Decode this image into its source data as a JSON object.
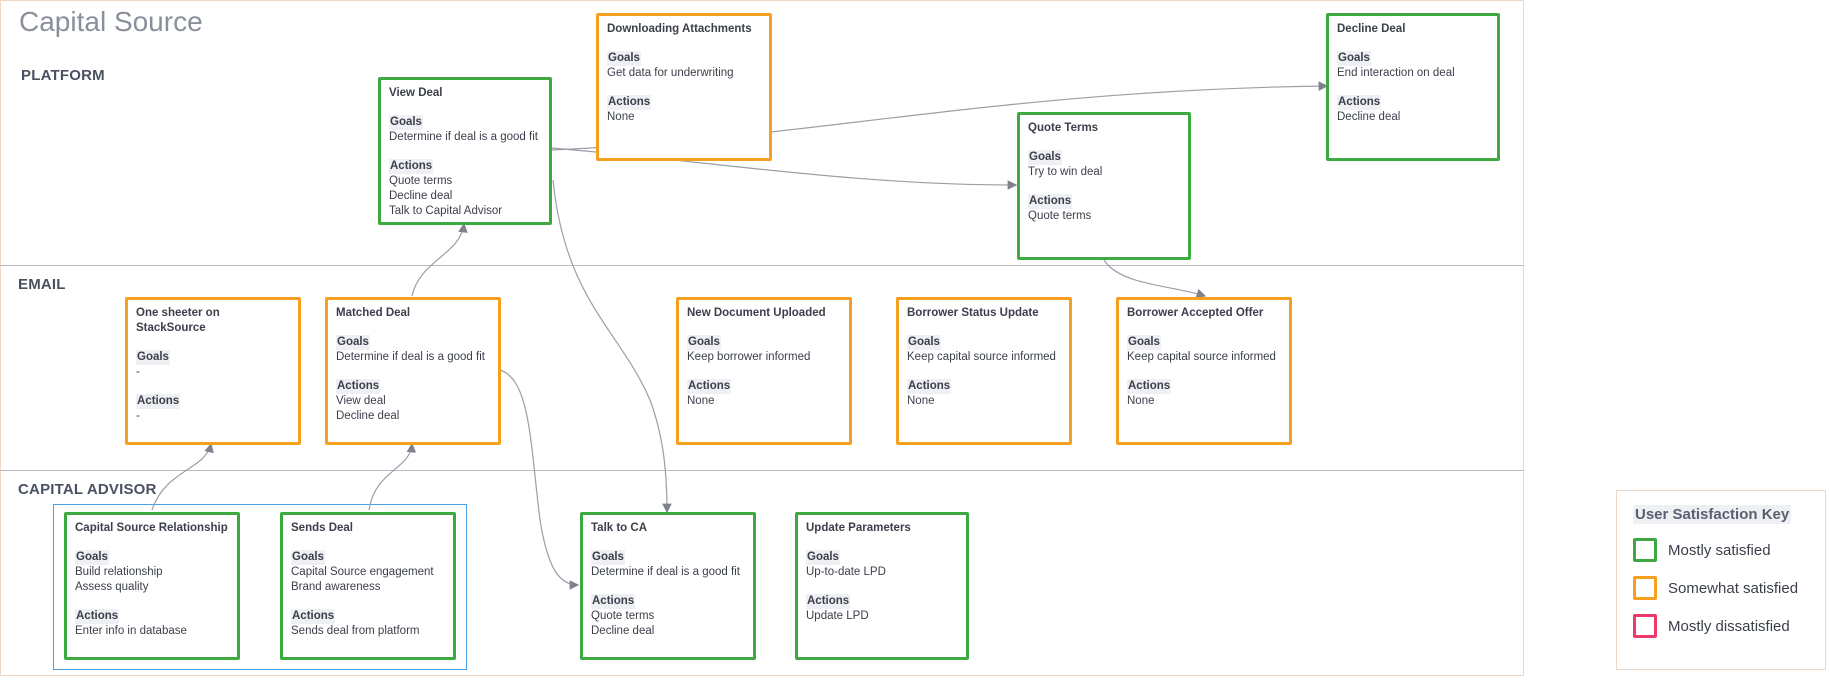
{
  "title": "Capital Source",
  "lanes": {
    "platform": "PLATFORM",
    "email": "EMAIL",
    "capital_advisor": "CAPITAL ADVISOR"
  },
  "labels": {
    "goals": "Goals",
    "actions": "Actions"
  },
  "colors": {
    "mostly_satisfied": "#3ea940",
    "somewhat_satisfied": "#f5a01e",
    "mostly_dissatisfied": "#ee3a6a",
    "group_border": "#4aa3e8"
  },
  "cards": {
    "view_deal": {
      "title": "View Deal",
      "status": "mostly_satisfied",
      "goals": [
        "Determine if deal is a good fit"
      ],
      "actions": [
        "Quote terms",
        "Decline deal",
        "Talk to Capital Advisor"
      ]
    },
    "downloading_attachments": {
      "title": "Downloading Attachments",
      "status": "somewhat_satisfied",
      "goals": [
        "Get data for underwriting"
      ],
      "actions": [
        "None"
      ]
    },
    "quote_terms": {
      "title": "Quote Terms",
      "status": "mostly_satisfied",
      "goals": [
        "Try to win deal"
      ],
      "actions": [
        "Quote terms"
      ]
    },
    "decline_deal": {
      "title": "Decline Deal",
      "status": "mostly_satisfied",
      "goals": [
        "End interaction on deal"
      ],
      "actions": [
        "Decline deal"
      ]
    },
    "one_sheeter": {
      "title": "One sheeter on StackSource",
      "status": "somewhat_satisfied",
      "goals": [
        "-"
      ],
      "actions": [
        "-"
      ]
    },
    "matched_deal": {
      "title": "Matched Deal",
      "status": "somewhat_satisfied",
      "goals": [
        "Determine if deal is a good fit"
      ],
      "actions": [
        "View deal",
        "Decline deal"
      ]
    },
    "new_document": {
      "title": "New Document Uploaded",
      "status": "somewhat_satisfied",
      "goals": [
        "Keep borrower informed"
      ],
      "actions": [
        "None"
      ]
    },
    "borrower_status": {
      "title": "Borrower Status Update",
      "status": "somewhat_satisfied",
      "goals": [
        "Keep capital source informed"
      ],
      "actions": [
        "None"
      ]
    },
    "borrower_accepted": {
      "title": "Borrower Accepted Offer",
      "status": "somewhat_satisfied",
      "goals": [
        "Keep capital source informed"
      ],
      "actions": [
        "None"
      ]
    },
    "cs_relationship": {
      "title": "Capital Source Relationship",
      "status": "mostly_satisfied",
      "goals": [
        "Build relationship",
        "Assess quality"
      ],
      "actions": [
        "Enter info in database"
      ]
    },
    "sends_deal": {
      "title": "Sends Deal",
      "status": "mostly_satisfied",
      "goals": [
        "Capital Source engagement",
        "Brand awareness"
      ],
      "actions": [
        "Sends deal from platform"
      ]
    },
    "talk_to_ca": {
      "title": "Talk to CA",
      "status": "mostly_satisfied",
      "goals": [
        "Determine if deal is a good fit"
      ],
      "actions": [
        "Quote terms",
        "Decline deal"
      ]
    },
    "update_parameters": {
      "title": "Update Parameters",
      "status": "mostly_satisfied",
      "goals": [
        "Up-to-date LPD"
      ],
      "actions": [
        "Update LPD"
      ]
    }
  },
  "key": {
    "title": "User Satisfaction Key",
    "mostly_satisfied": "Mostly satisfied",
    "somewhat_satisfied": "Somewhat satisfied",
    "mostly_dissatisfied": "Mostly dissatisfied"
  }
}
